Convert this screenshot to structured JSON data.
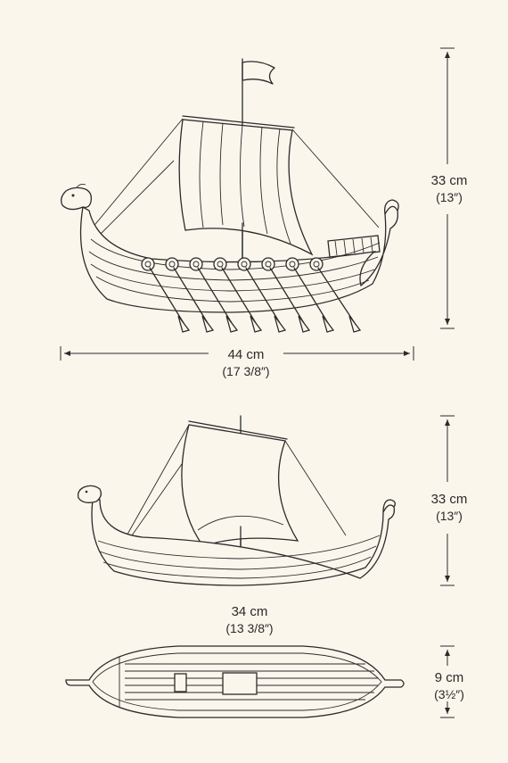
{
  "dimensions": {
    "top_height": {
      "metric": "33 cm",
      "imperial": "(13″)"
    },
    "top_length": {
      "metric": "44 cm",
      "imperial": "(17 3/8″)"
    },
    "middle_height": {
      "metric": "33 cm",
      "imperial": "(13″)"
    },
    "middle_length": {
      "metric": "34 cm",
      "imperial": "(13 3/8″)"
    },
    "bottom_width": {
      "metric": "9 cm",
      "imperial": "(3½″)"
    }
  },
  "colors": {
    "background": "#fbf6ec",
    "ink": "#2b2b2b"
  }
}
